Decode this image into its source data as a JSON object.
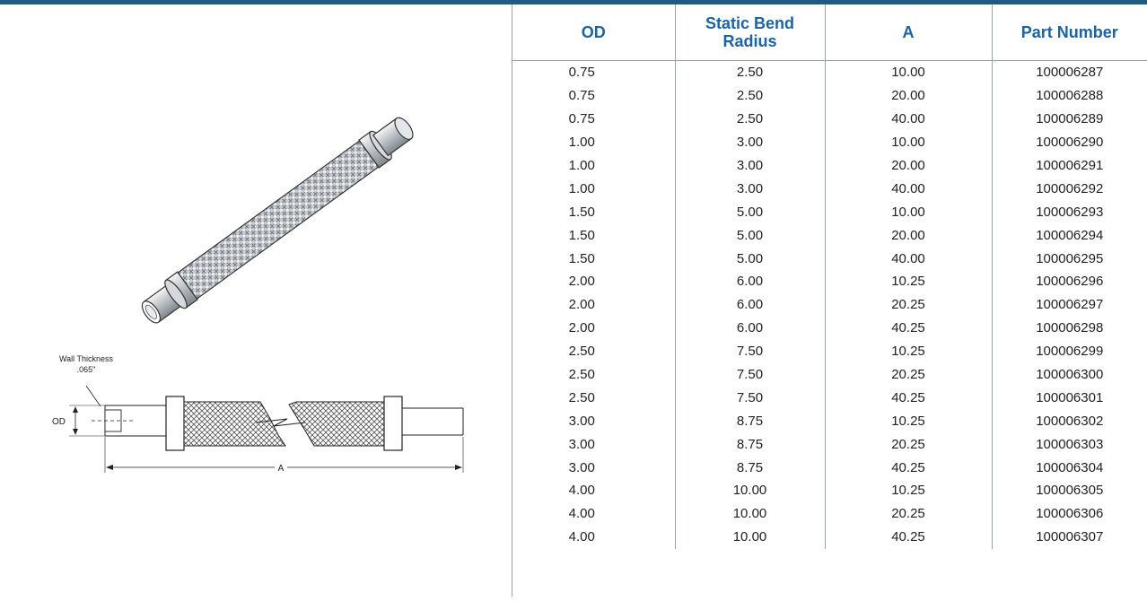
{
  "colors": {
    "header_text": "#1b63a5",
    "top_bar": "#1f5a85",
    "divider": "#9aa2a8"
  },
  "diagram": {
    "wall_thickness_label": "Wall Thickness",
    "wall_thickness_value": ".065\"",
    "od_label": "OD",
    "a_label": "A"
  },
  "table": {
    "headers": {
      "od": "OD",
      "radius_line1": "Static Bend",
      "radius_line2": "Radius",
      "a": "A",
      "part": "Part Number"
    },
    "rows": [
      {
        "od": "0.75",
        "radius": "2.50",
        "a": "10.00",
        "part": "100006287"
      },
      {
        "od": "0.75",
        "radius": "2.50",
        "a": "20.00",
        "part": "100006288"
      },
      {
        "od": "0.75",
        "radius": "2.50",
        "a": "40.00",
        "part": "100006289"
      },
      {
        "od": "1.00",
        "radius": "3.00",
        "a": "10.00",
        "part": "100006290"
      },
      {
        "od": "1.00",
        "radius": "3.00",
        "a": "20.00",
        "part": "100006291"
      },
      {
        "od": "1.00",
        "radius": "3.00",
        "a": "40.00",
        "part": "100006292"
      },
      {
        "od": "1.50",
        "radius": "5.00",
        "a": "10.00",
        "part": "100006293"
      },
      {
        "od": "1.50",
        "radius": "5.00",
        "a": "20.00",
        "part": "100006294"
      },
      {
        "od": "1.50",
        "radius": "5.00",
        "a": "40.00",
        "part": "100006295"
      },
      {
        "od": "2.00",
        "radius": "6.00",
        "a": "10.25",
        "part": "100006296"
      },
      {
        "od": "2.00",
        "radius": "6.00",
        "a": "20.25",
        "part": "100006297"
      },
      {
        "od": "2.00",
        "radius": "6.00",
        "a": "40.25",
        "part": "100006298"
      },
      {
        "od": "2.50",
        "radius": "7.50",
        "a": "10.25",
        "part": "100006299"
      },
      {
        "od": "2.50",
        "radius": "7.50",
        "a": "20.25",
        "part": "100006300"
      },
      {
        "od": "2.50",
        "radius": "7.50",
        "a": "40.25",
        "part": "100006301"
      },
      {
        "od": "3.00",
        "radius": "8.75",
        "a": "10.25",
        "part": "100006302"
      },
      {
        "od": "3.00",
        "radius": "8.75",
        "a": "20.25",
        "part": "100006303"
      },
      {
        "od": "3.00",
        "radius": "8.75",
        "a": "40.25",
        "part": "100006304"
      },
      {
        "od": "4.00",
        "radius": "10.00",
        "a": "10.25",
        "part": "100006305"
      },
      {
        "od": "4.00",
        "radius": "10.00",
        "a": "20.25",
        "part": "100006306"
      },
      {
        "od": "4.00",
        "radius": "10.00",
        "a": "40.25",
        "part": "100006307"
      }
    ]
  }
}
